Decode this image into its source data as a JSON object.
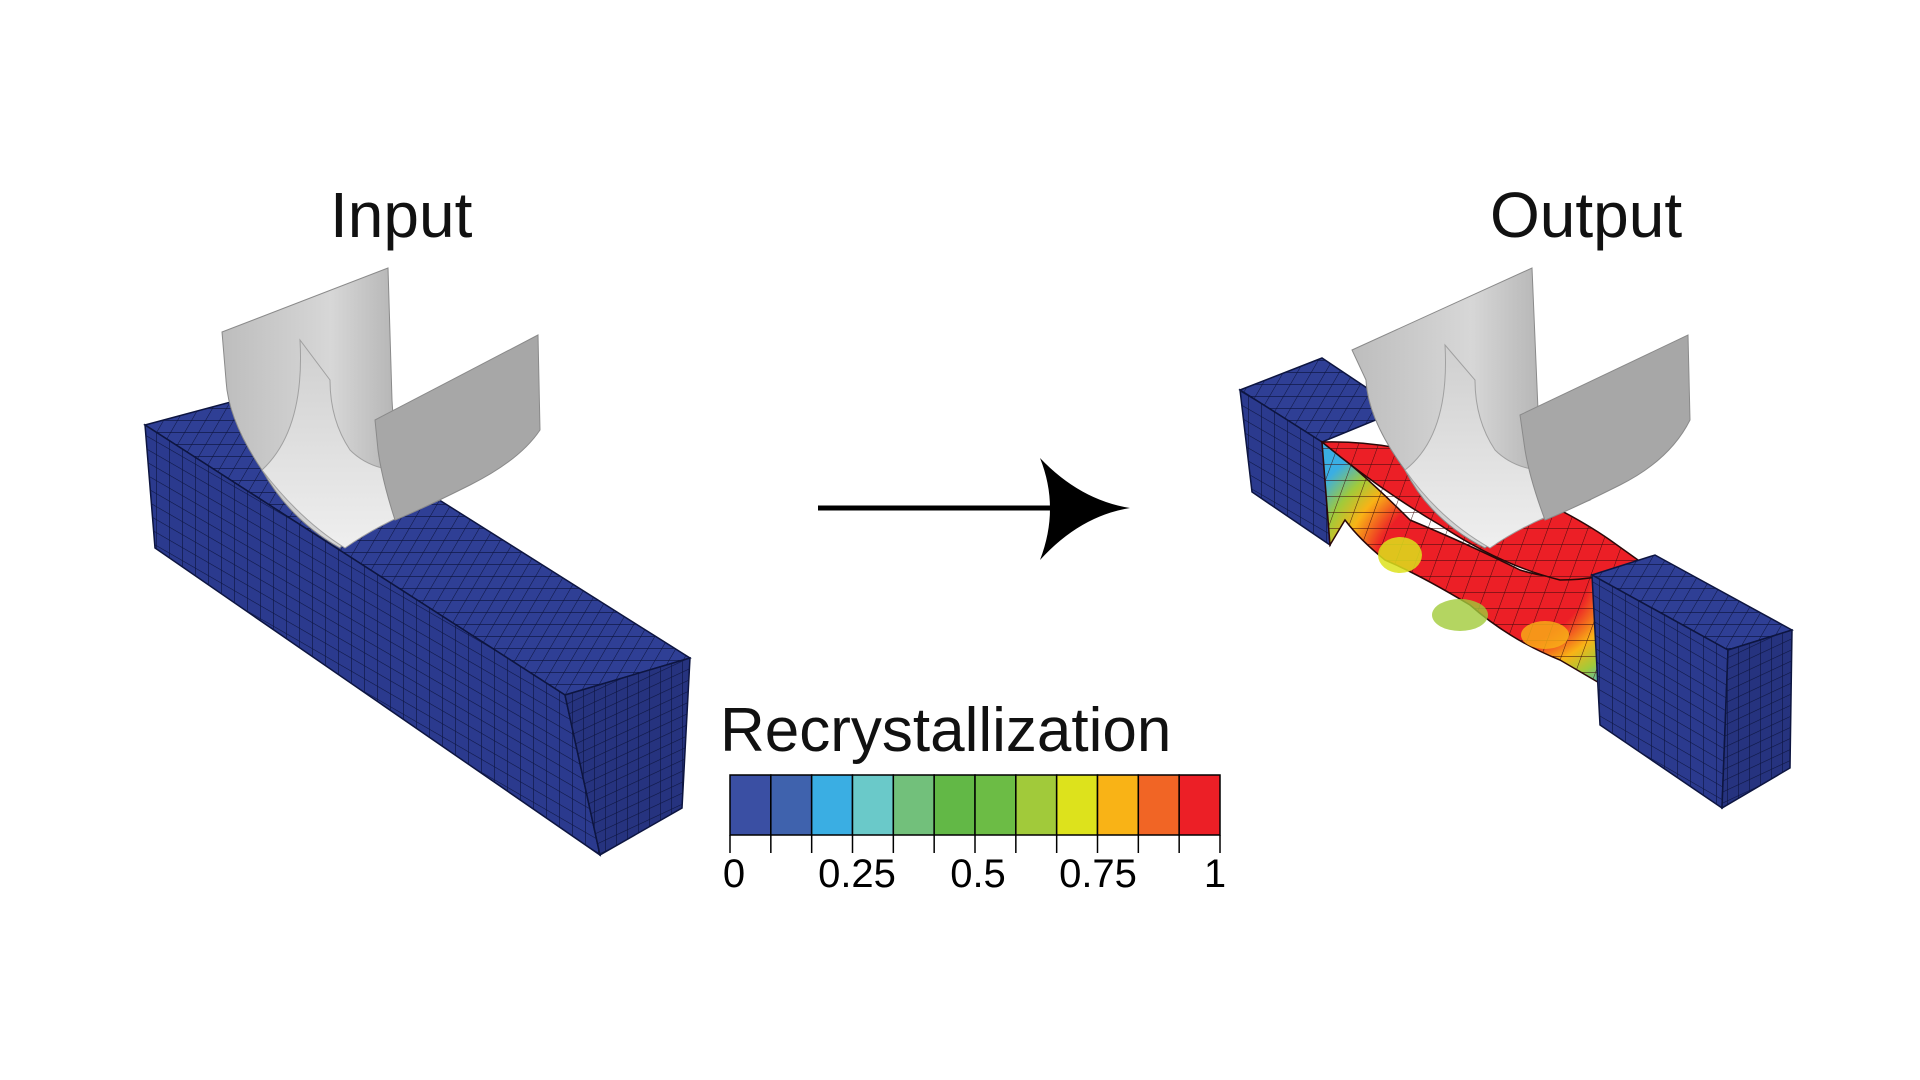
{
  "labels": {
    "input": "Input",
    "output": "Output"
  },
  "legend": {
    "title": "Recrystallization",
    "tick_labels": [
      "0",
      "0.25",
      "0.5",
      "0.75",
      "1"
    ],
    "colors": [
      "#3a4fa3",
      "#3f62ad",
      "#3aaee3",
      "#6ac9c9",
      "#72c07b",
      "#62b846",
      "#6cbc45",
      "#a1ca3a",
      "#dde21c",
      "#f9b316",
      "#f16525",
      "#ec1f26"
    ]
  },
  "colors": {
    "block": "#2f3f95",
    "mesh_line": "#0d1540",
    "tool_light": "#e6e6e6",
    "tool_mid": "#bdbdbd",
    "tool_dark": "#9a9a9a",
    "arrow": "#000000"
  }
}
